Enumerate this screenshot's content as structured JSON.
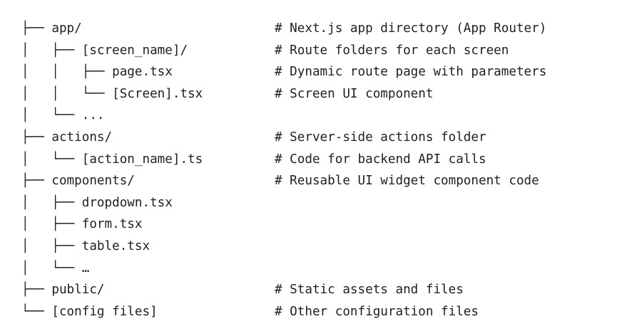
{
  "tree": {
    "lines": [
      {
        "path": "├── app/",
        "comment": "# Next.js app directory (App Router)"
      },
      {
        "path": "│   ├── [screen_name]/",
        "comment": "# Route folders for each screen"
      },
      {
        "path": "│   │   ├── page.tsx",
        "comment": "# Dynamic route page with parameters"
      },
      {
        "path": "│   │   └── [Screen].tsx",
        "comment": "# Screen UI component"
      },
      {
        "path": "│   └── ...",
        "comment": ""
      },
      {
        "path": "├── actions/",
        "comment": "# Server-side actions folder"
      },
      {
        "path": "│   └── [action_name].ts",
        "comment": "# Code for backend API calls"
      },
      {
        "path": "├── components/",
        "comment": "# Reusable UI widget component code"
      },
      {
        "path": "│   ├── dropdown.tsx",
        "comment": ""
      },
      {
        "path": "│   ├── form.tsx",
        "comment": ""
      },
      {
        "path": "│   ├── table.tsx",
        "comment": ""
      },
      {
        "path": "│   └── …",
        "comment": ""
      },
      {
        "path": "├── public/",
        "comment": "# Static assets and files"
      },
      {
        "path": "└── [config files]",
        "comment": "# Other configuration files"
      }
    ]
  }
}
